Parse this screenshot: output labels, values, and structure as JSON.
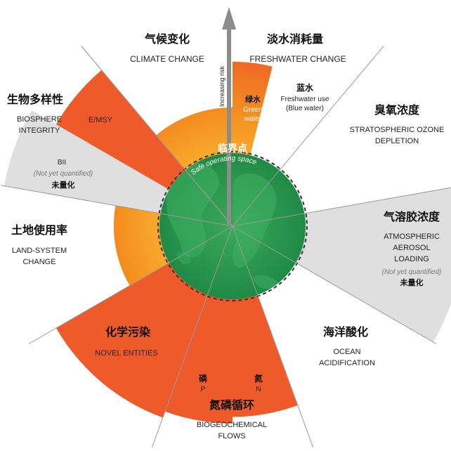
{
  "center_label_zh": "临界点",
  "safe_space_label": "Safe operating space",
  "risk_axis_label": "Increasing risk",
  "boundaries": {
    "climate": {
      "zh": "气候变化",
      "en": "CLIMATE CHANGE"
    },
    "freshwater": {
      "zh": "淡水消耗量",
      "en": "FRESHWATER CHANGE",
      "green": {
        "zh": "绿水",
        "en1": "Green",
        "en2": "water"
      },
      "blue": {
        "zh": "蓝水",
        "en1": "Freshwater use",
        "en2": "(Blue water)"
      }
    },
    "ozone": {
      "zh": "臭氧浓度",
      "en1": "STRATOSPHERIC OZONE",
      "en2": "DEPLETION"
    },
    "aerosol": {
      "zh": "气溶胶浓度",
      "en1": "ATMOSPHERIC",
      "en2": "AEROSOL",
      "en3": "LOADING",
      "note": "(Not yet quantified)",
      "note_zh": "未量化"
    },
    "ocean": {
      "zh": "海洋酸化",
      "en1": "OCEAN",
      "en2": "ACIDIFICATION"
    },
    "biogeochemical": {
      "zh": "氮磷循环",
      "en1": "BIOGEOCHEMICAL",
      "en2": "FLOWS",
      "p": {
        "zh": "磷",
        "en": "P"
      },
      "n": {
        "zh": "氮",
        "en": "N"
      }
    },
    "novel": {
      "zh": "化学污染",
      "en": "NOVEL ENTITIES"
    },
    "land": {
      "zh": "土地使用率",
      "en1": "LAND-SYSTEM",
      "en2": "CHANGE"
    },
    "biosphere": {
      "zh": "生物多样性",
      "en1": "BIOSPHERE",
      "en2": "INTEGRITY",
      "emsy": "E/MSY",
      "bii": "BII",
      "note": "(Not yet quantified)",
      "note_zh": "未量化"
    }
  },
  "colors": {
    "safe_green": "#2e9e4f",
    "orange": "#f39a1f",
    "red_orange": "#ee5a2a",
    "grey": "#d9d9d9",
    "line": "#9a9a9a"
  },
  "chart_data": {
    "type": "polar-bar",
    "units": "status relative to the boundary (1 = boundary; >1 = transgressed)",
    "boundary_level": 1,
    "sectors": [
      {
        "key": "climate",
        "level": 1.7,
        "status": "transgressed"
      },
      {
        "key": "freshwater_green",
        "level": 2.4,
        "status": "transgressed"
      },
      {
        "key": "freshwater_blue",
        "level": 0.95,
        "status": "safe"
      },
      {
        "key": "ozone",
        "level": 0.95,
        "status": "safe"
      },
      {
        "key": "aerosol",
        "level": null,
        "status": "not quantified"
      },
      {
        "key": "ocean",
        "level": 0.95,
        "status": "safe"
      },
      {
        "key": "nitrogen",
        "level": 2.8,
        "status": "high risk"
      },
      {
        "key": "phosphorus",
        "level": 2.9,
        "status": "high risk"
      },
      {
        "key": "novel_entities",
        "level": 3.0,
        "status": "high risk"
      },
      {
        "key": "land",
        "level": 1.7,
        "status": "transgressed"
      },
      {
        "key": "biosphere_bii",
        "level": null,
        "status": "not quantified"
      },
      {
        "key": "biosphere_emsy",
        "level": 3.0,
        "status": "high risk"
      }
    ]
  }
}
